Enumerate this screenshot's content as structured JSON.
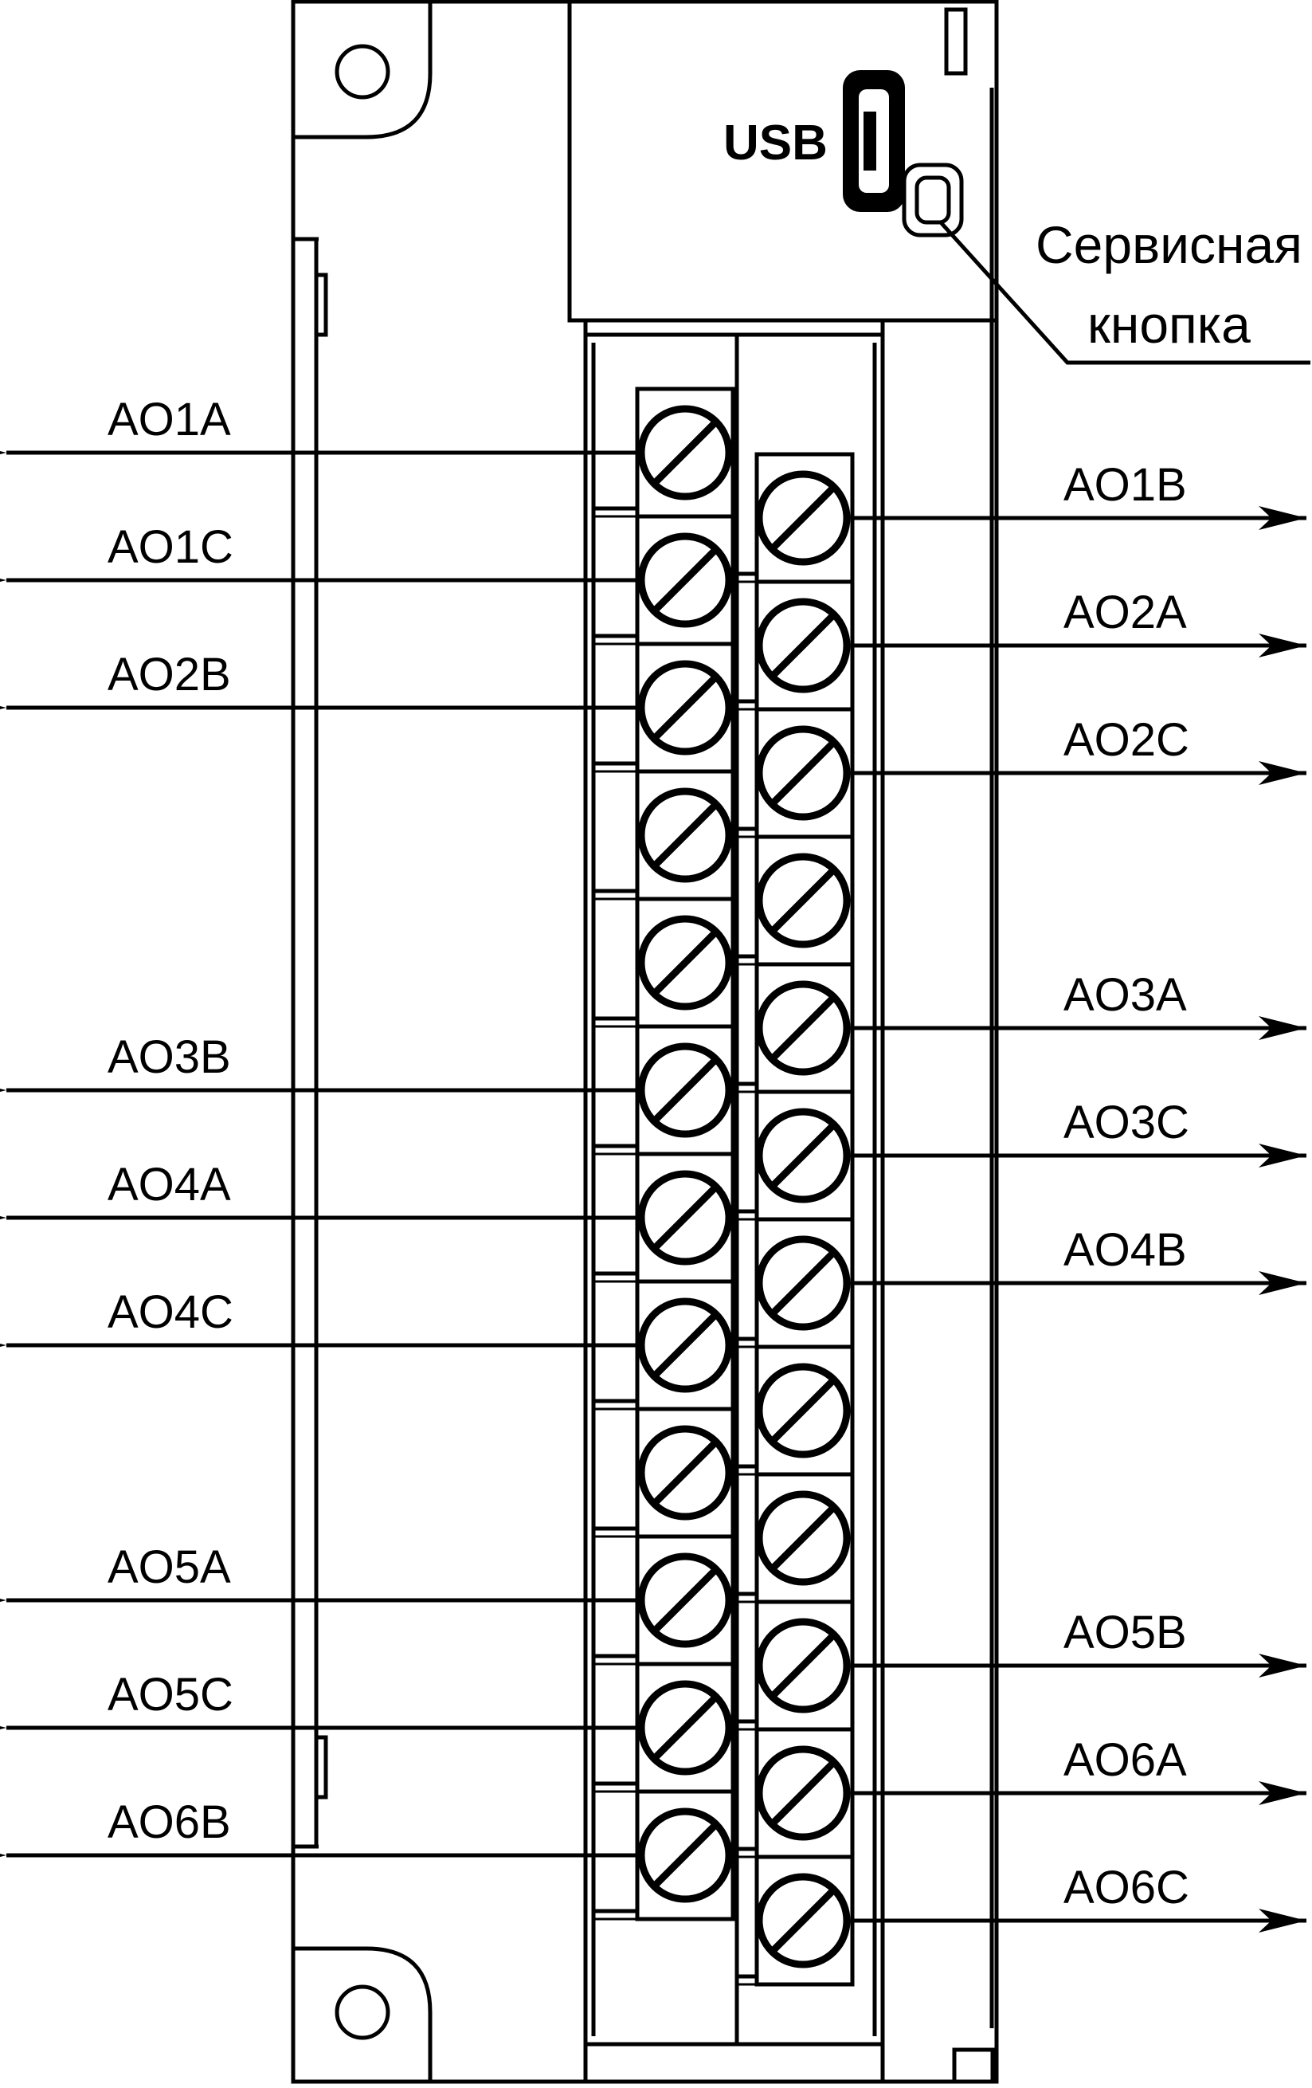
{
  "usb_label": "USB",
  "service_button": {
    "line1": "Сервисная",
    "line2": "кнопка"
  },
  "left_outputs": [
    "AO1A",
    "AO1C",
    "AO2B",
    "AO3B",
    "AO4A",
    "AO4C",
    "AO5A",
    "AO5C",
    "AO6B"
  ],
  "right_outputs": [
    "AO1B",
    "AO2A",
    "AO2C",
    "AO3A",
    "AO3C",
    "AO4B",
    "AO5B",
    "AO6A",
    "AO6C"
  ],
  "colors": {
    "line": "#000000",
    "background": "#ffffff"
  }
}
